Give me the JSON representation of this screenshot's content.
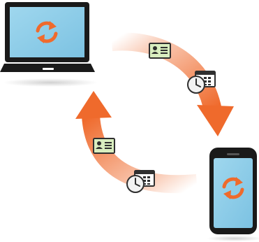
{
  "illustration": {
    "devices": [
      {
        "kind": "laptop",
        "screen_icon": "sync-icon"
      },
      {
        "kind": "smartphone",
        "screen_icon": "sync-icon"
      }
    ],
    "arrows": [
      {
        "direction": "laptop-to-phone",
        "items": [
          "contact-card-icon",
          "calendar-clock-icon"
        ]
      },
      {
        "direction": "phone-to-laptop",
        "items": [
          "contact-card-icon",
          "calendar-clock-icon"
        ]
      }
    ],
    "colors": {
      "arrow": "#ef6a2c",
      "screen": "#8fcde8",
      "device_body": "#1a1a1a",
      "sync_icon": "#ef6a2c",
      "card_fill": "#d9eebf",
      "card_border": "#2f2f2f",
      "calendar_fill": "#ffffff",
      "clock_fill": "#f2f2f2"
    }
  }
}
